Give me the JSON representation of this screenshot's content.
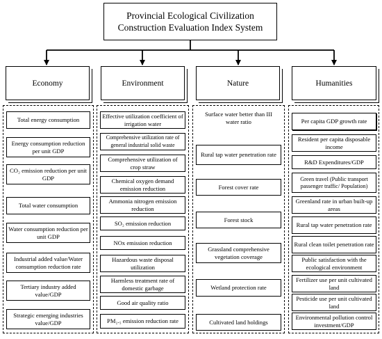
{
  "title": {
    "line1": "Provincial Ecological Civilization",
    "line2": "Construction Evaluation Index System"
  },
  "categories": [
    {
      "label": "Economy",
      "items": [
        "Total energy consumption",
        "Energy consumption reduction per unit GDP",
        "CO₂ emission reduction per unit GDP",
        "Total water consumption",
        "Water consumption reduction per unit GDP",
        "Industrial added value/Water consumption reduction rate",
        "Tertiary industry added value/GDP",
        "Strategic emerging industries value/GDP"
      ]
    },
    {
      "label": "Environment",
      "items": [
        "Effective utilization coefficient of irrigation water",
        "Comprehensive utilization rate of general industrial solid waste",
        "Comprehensive utilization of crop straw",
        "Chemical oxygen demand emission reduction",
        "Ammonia nitrogen emission reduction",
        "SO₂ emission reduction",
        "NOx emission reduction",
        "Hazardous waste disposal utilization",
        "Harmless treatment rate of domestic garbage",
        "Good air quality ratio",
        "PM₂.₅ emission reduction rate"
      ]
    },
    {
      "label": "Nature",
      "items": [
        "Surface water better than III water ratio",
        "Rural tap water penetration rate",
        "Forest cover rate",
        "Forest stock",
        "Grassland comprehensive vegetation coverage",
        "Wetland protection rate",
        "Cultivated land holdings"
      ]
    },
    {
      "label": "Humanities",
      "items": [
        "Per capita GDP growth rate",
        "Resident per capita disposable income",
        "R&D Expenditures/GDP",
        "Green travel (Public transport passenger traffic/ Population)",
        "Greenland rate in urban built-up areas",
        "Rural tap water penetration rate",
        "Rural clean toilet penetration rate",
        "Public satisfaction with the ecological environment",
        "Fertilizer use per unit cultivated land",
        "Pesticide use per unit cultivated land",
        "Environmental pollution control investment/GDP"
      ]
    }
  ]
}
